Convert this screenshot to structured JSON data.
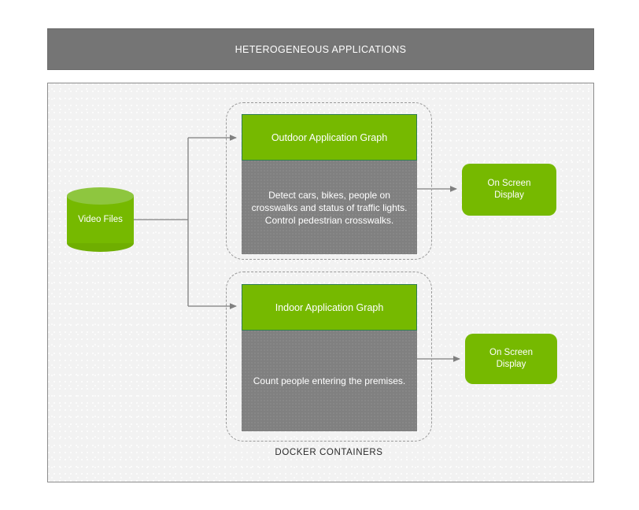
{
  "header": {
    "title": "HETEROGENEOUS APPLICATIONS"
  },
  "diagram": {
    "docker_label": "DOCKER CONTAINERS",
    "source": {
      "label": "Video Files",
      "shape": "cylinder-icon"
    },
    "containers": [
      {
        "id": "outdoor",
        "title": "Outdoor Application Graph",
        "description": "Detect cars, bikes, people on\ncrosswalks and status of traffic lights.\nControl pedestrian crosswalks.",
        "output": "On Screen\nDisplay"
      },
      {
        "id": "indoor",
        "title": "Indoor Application Graph",
        "description": "Count people entering the premises.",
        "output": "On Screen\nDisplay"
      }
    ]
  },
  "colors": {
    "brand_green": "#76b900",
    "green_light": "#8ec63f",
    "green_border": "#2f7d52",
    "body_gray": "#808080",
    "header_gray": "#757575",
    "panel_bg": "#f2f2f2",
    "panel_border": "#8c8c8c",
    "connector": "#808080",
    "dashed_border": "#9a9a9a"
  }
}
